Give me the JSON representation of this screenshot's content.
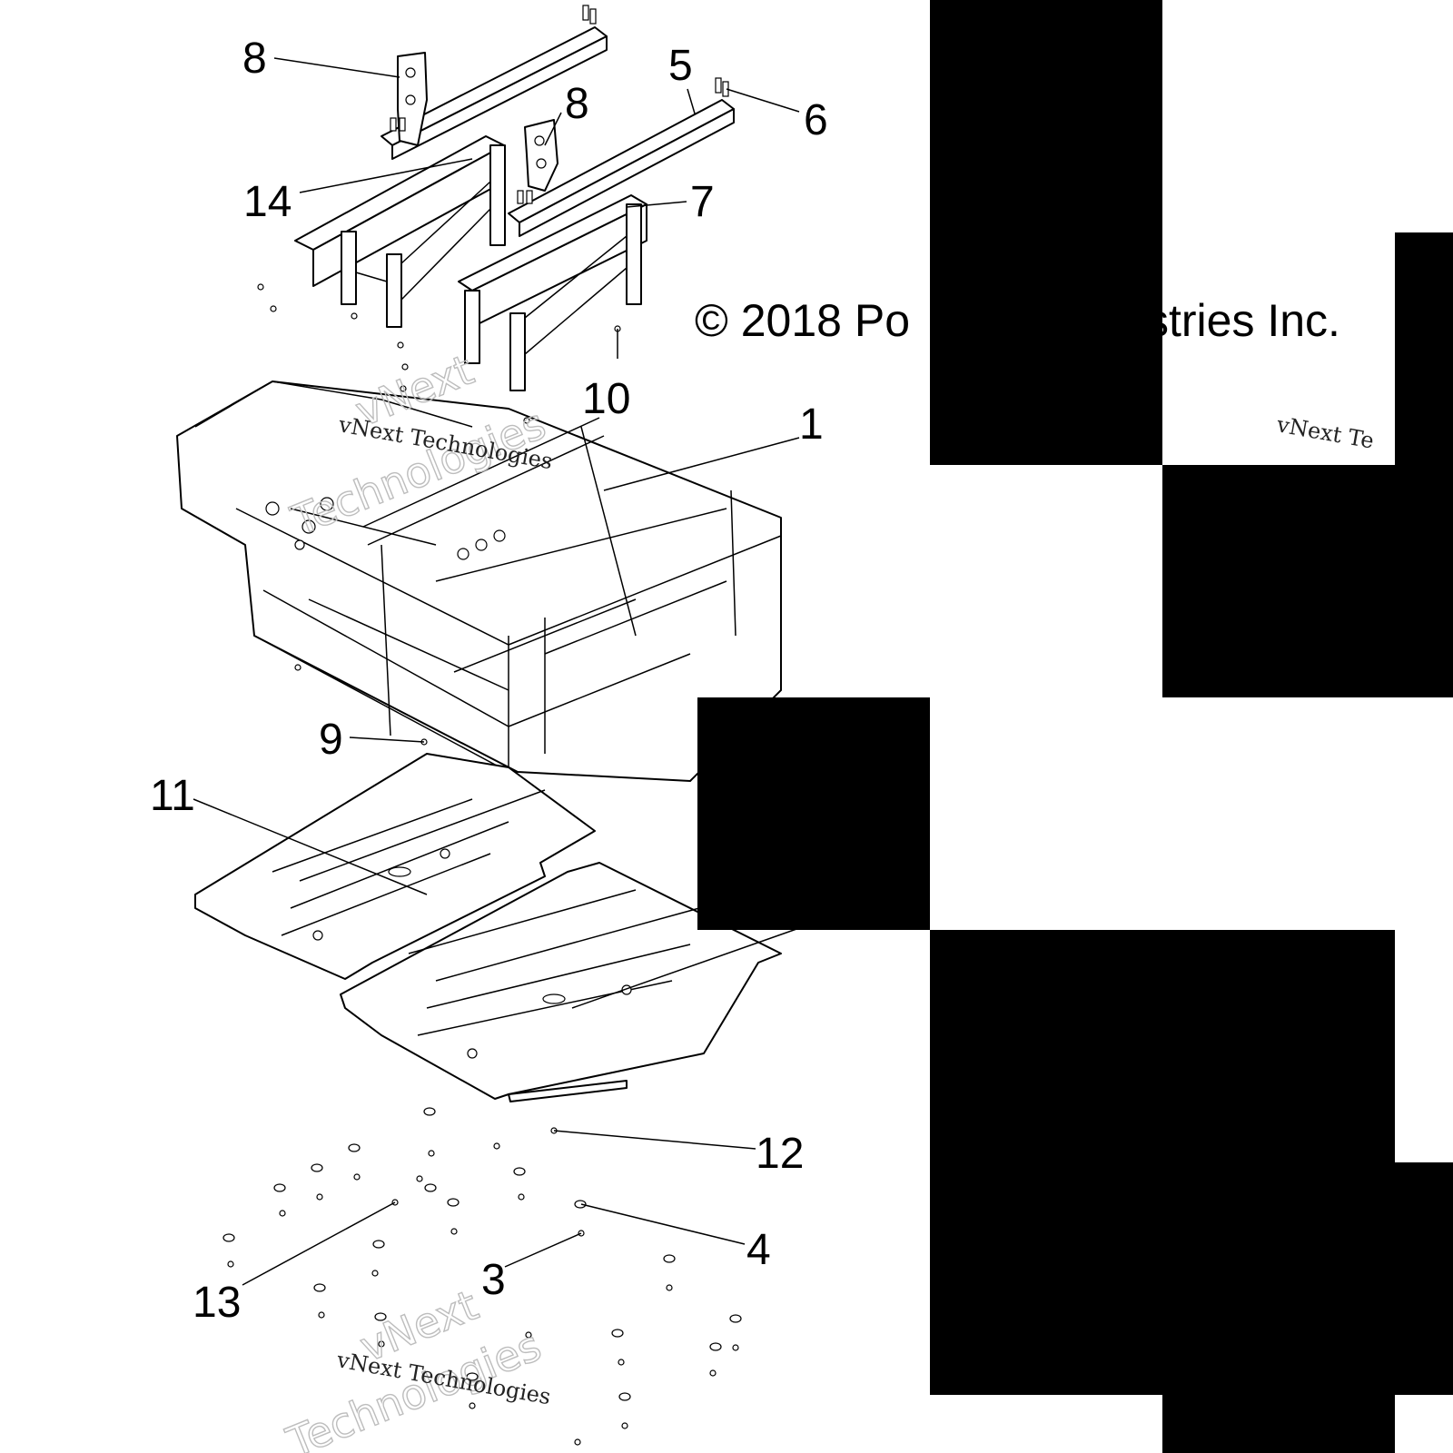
{
  "copyright": "© 2018 Po",
  "copyright_tail": "stries Inc.",
  "watermark": {
    "line_small": "vNext Technologies",
    "line_top": "vNext",
    "line_bottom": "Technologies",
    "partial_right": "vNext Te"
  },
  "callouts": [
    {
      "id": "c1",
      "label": "1"
    },
    {
      "id": "c3",
      "label": "3"
    },
    {
      "id": "c4",
      "label": "4"
    },
    {
      "id": "c5",
      "label": "5"
    },
    {
      "id": "c6",
      "label": "6"
    },
    {
      "id": "c7",
      "label": "7"
    },
    {
      "id": "c8a",
      "label": "8"
    },
    {
      "id": "c8b",
      "label": "8"
    },
    {
      "id": "c9",
      "label": "9"
    },
    {
      "id": "c10",
      "label": "10"
    },
    {
      "id": "c11",
      "label": "11"
    },
    {
      "id": "c12",
      "label": "12"
    },
    {
      "id": "c13",
      "label": "13"
    },
    {
      "id": "c14",
      "label": "14"
    }
  ]
}
